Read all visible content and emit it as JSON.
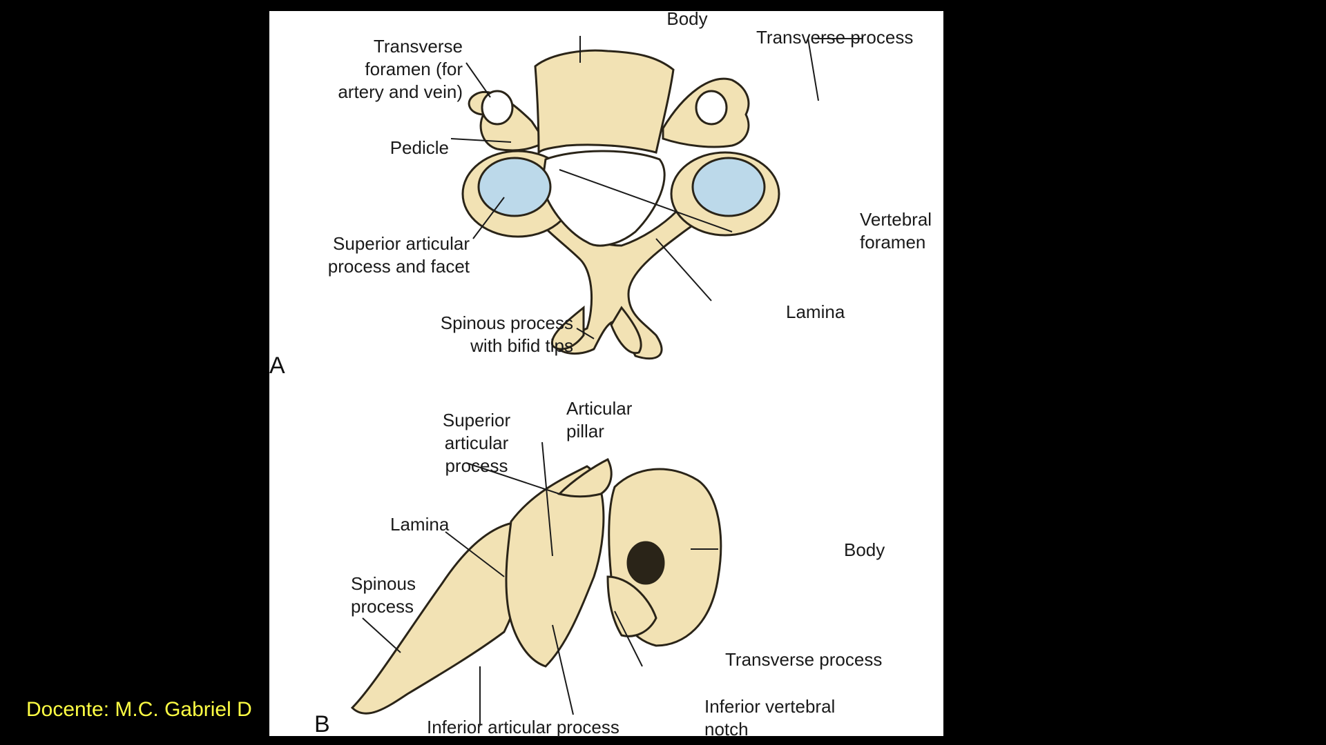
{
  "colors": {
    "background": "#000000",
    "figure_background": "#ffffff",
    "bone": "#f2e2b4",
    "bone_shadow": "#d8c08a",
    "outline": "#2a2418",
    "facet": "#bcd9ea",
    "footer_text": "#ffff44"
  },
  "panel_a": {
    "letter": "A",
    "labels": {
      "body": "Body",
      "transverse_process": "Transverse process",
      "transverse_foramen": [
        "Transverse",
        "foramen (for",
        "artery and vein)"
      ],
      "pedicle": "Pedicle",
      "superior_articular": [
        "Superior articular",
        "process and facet"
      ],
      "vertebral_foramen": [
        "Vertebral",
        "foramen"
      ],
      "lamina": "Lamina",
      "spinous_process": [
        "Spinous process",
        "with bifid tips"
      ]
    }
  },
  "panel_b": {
    "letter": "B",
    "labels": {
      "superior_articular": [
        "Superior",
        "articular",
        "process"
      ],
      "articular_pillar": [
        "Articular",
        "pillar"
      ],
      "lamina": "Lamina",
      "body": "Body",
      "spinous_process": [
        "Spinous",
        "process"
      ],
      "transverse_process": "Transverse process",
      "inferior_articular": "Inferior articular process",
      "inferior_vertebral_notch": [
        "Inferior vertebral",
        "notch"
      ]
    }
  },
  "footer": {
    "text": "Docente: M.C. Gabriel D"
  }
}
